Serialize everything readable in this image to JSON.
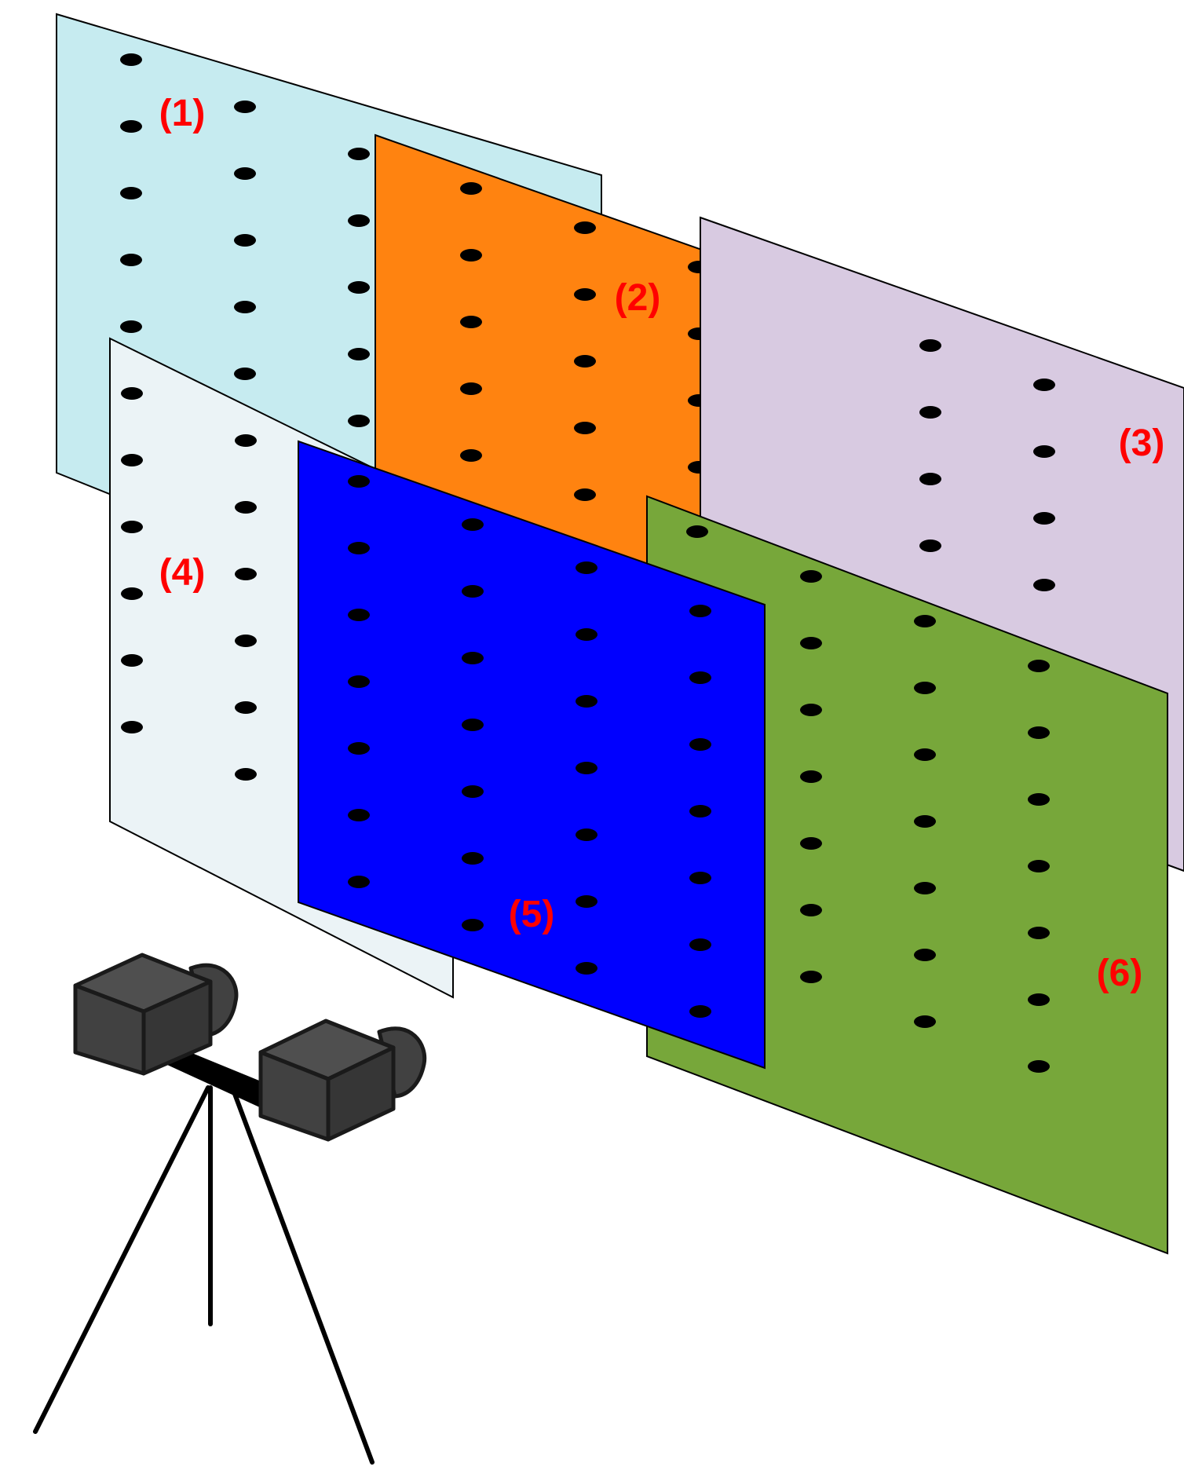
{
  "diagram": {
    "label_color": "#ff0000",
    "plates": [
      {
        "id": "1",
        "label": "(1)",
        "fill": "#c6ebf0"
      },
      {
        "id": "2",
        "label": "(2)",
        "fill": "#ff8310"
      },
      {
        "id": "3",
        "label": "(3)",
        "fill": "#d8cae1"
      },
      {
        "id": "4",
        "label": "(4)",
        "fill": "#ebf3f6"
      },
      {
        "id": "5",
        "label": "(5)",
        "fill": "#0000ff"
      },
      {
        "id": "6",
        "label": "(6)",
        "fill": "#77a73a"
      }
    ],
    "camera": {
      "body_color": "#414141",
      "body_top_color": "#4f4f4f",
      "body_side_color": "#363636"
    }
  }
}
